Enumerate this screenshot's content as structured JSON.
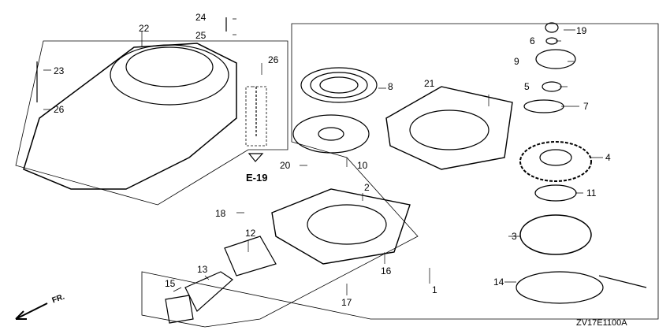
{
  "part_numbers": [
    "1",
    "2",
    "3",
    "4",
    "5",
    "6",
    "7",
    "8",
    "9",
    "10",
    "11",
    "12",
    "13",
    "14",
    "15",
    "16",
    "17",
    "18",
    "19",
    "20",
    "21",
    "22",
    "23",
    "24",
    "25",
    "26",
    "26"
  ],
  "reference": "E-19",
  "direction": "FR.",
  "diagram_code": "ZV17E1100A"
}
